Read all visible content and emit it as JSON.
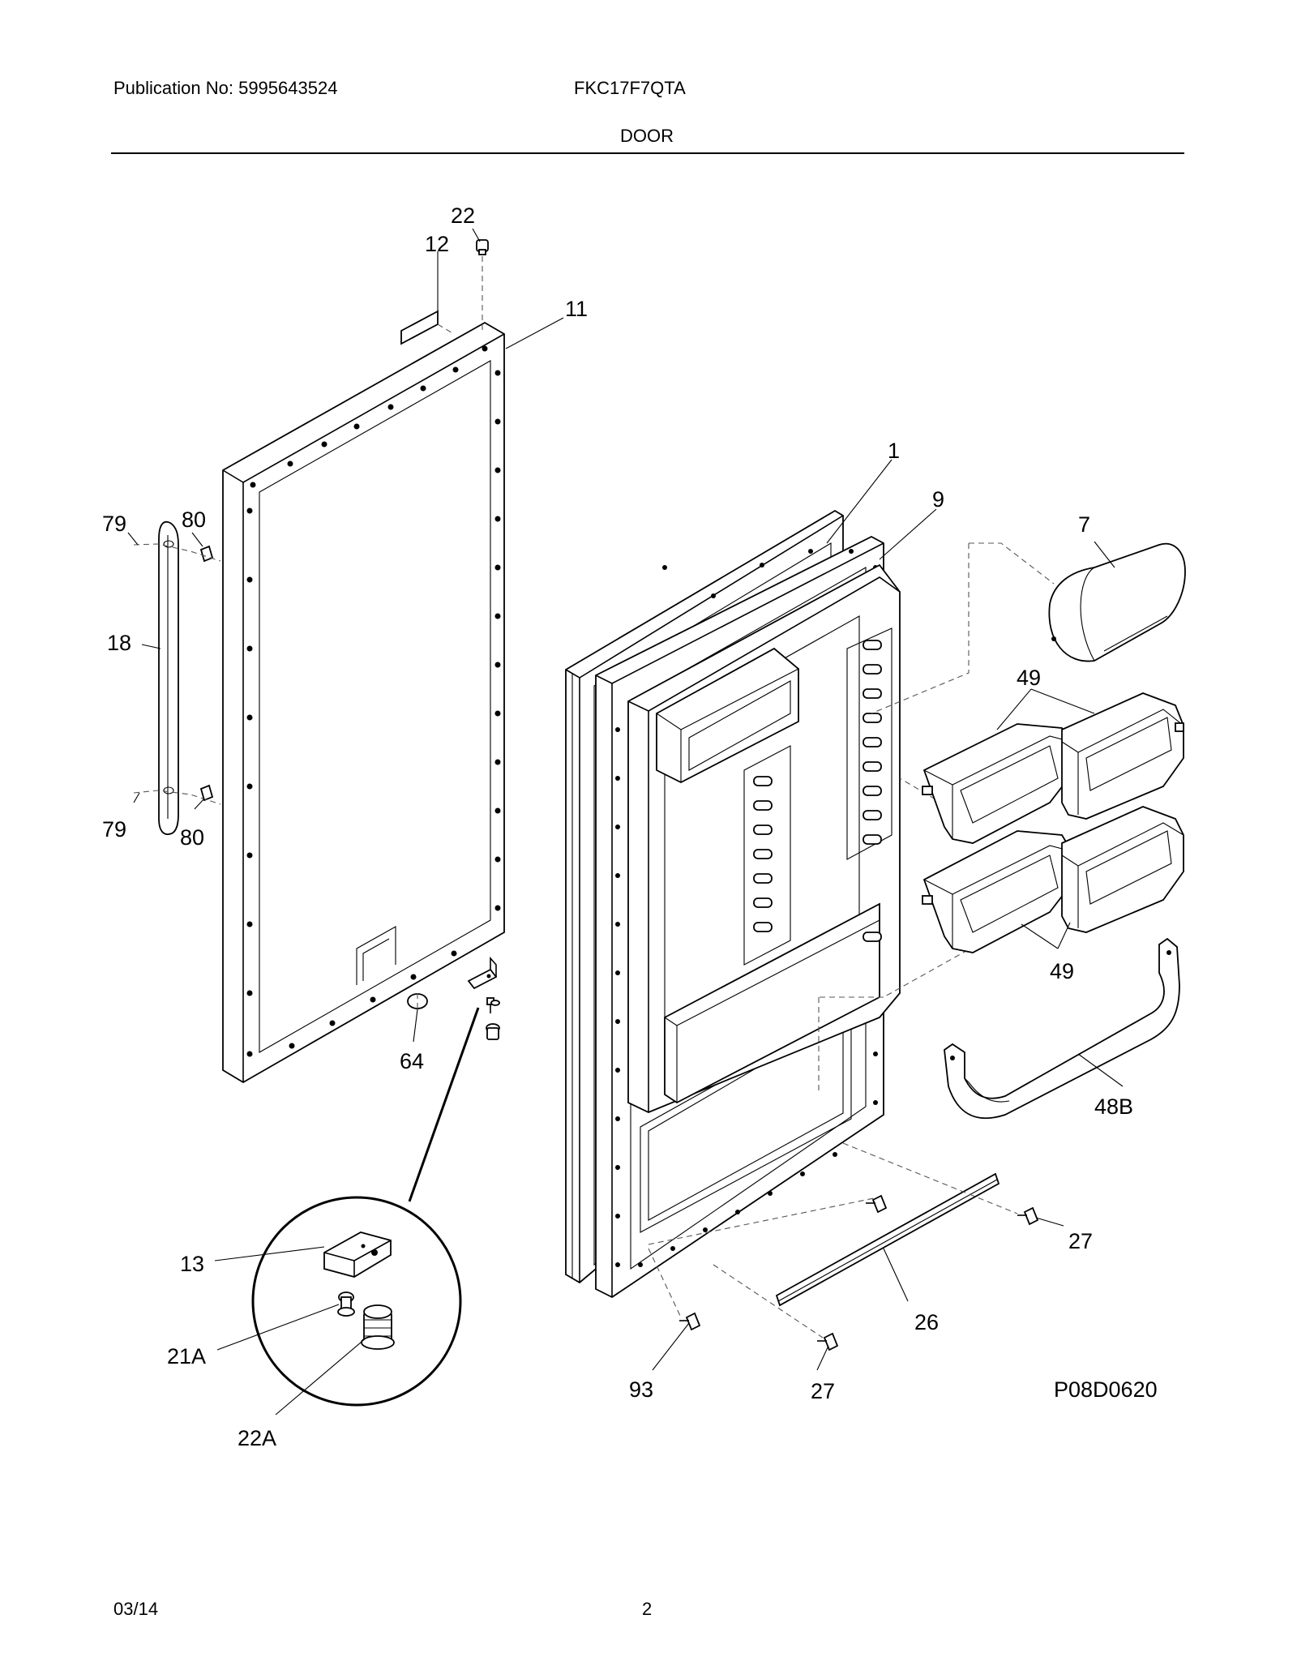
{
  "header": {
    "publication": "Publication No: 5995643524",
    "model": "FKC17F7QTA",
    "section": "DOOR"
  },
  "diagram_code": "P08D0620",
  "callouts": {
    "c22": "22",
    "c12": "12",
    "c11": "11",
    "c1": "1",
    "c9": "9",
    "c7": "7",
    "c79a": "79",
    "c80a": "80",
    "c18": "18",
    "c79b": "79",
    "c80b": "80",
    "c49a": "49",
    "c49b": "49",
    "c48b": "48B",
    "c64": "64",
    "c27a": "27",
    "c26": "26",
    "c27b": "27",
    "c93": "93",
    "c13": "13",
    "c21a": "21A",
    "c22a": "22A"
  },
  "footer": {
    "date": "03/14",
    "page": "2"
  }
}
